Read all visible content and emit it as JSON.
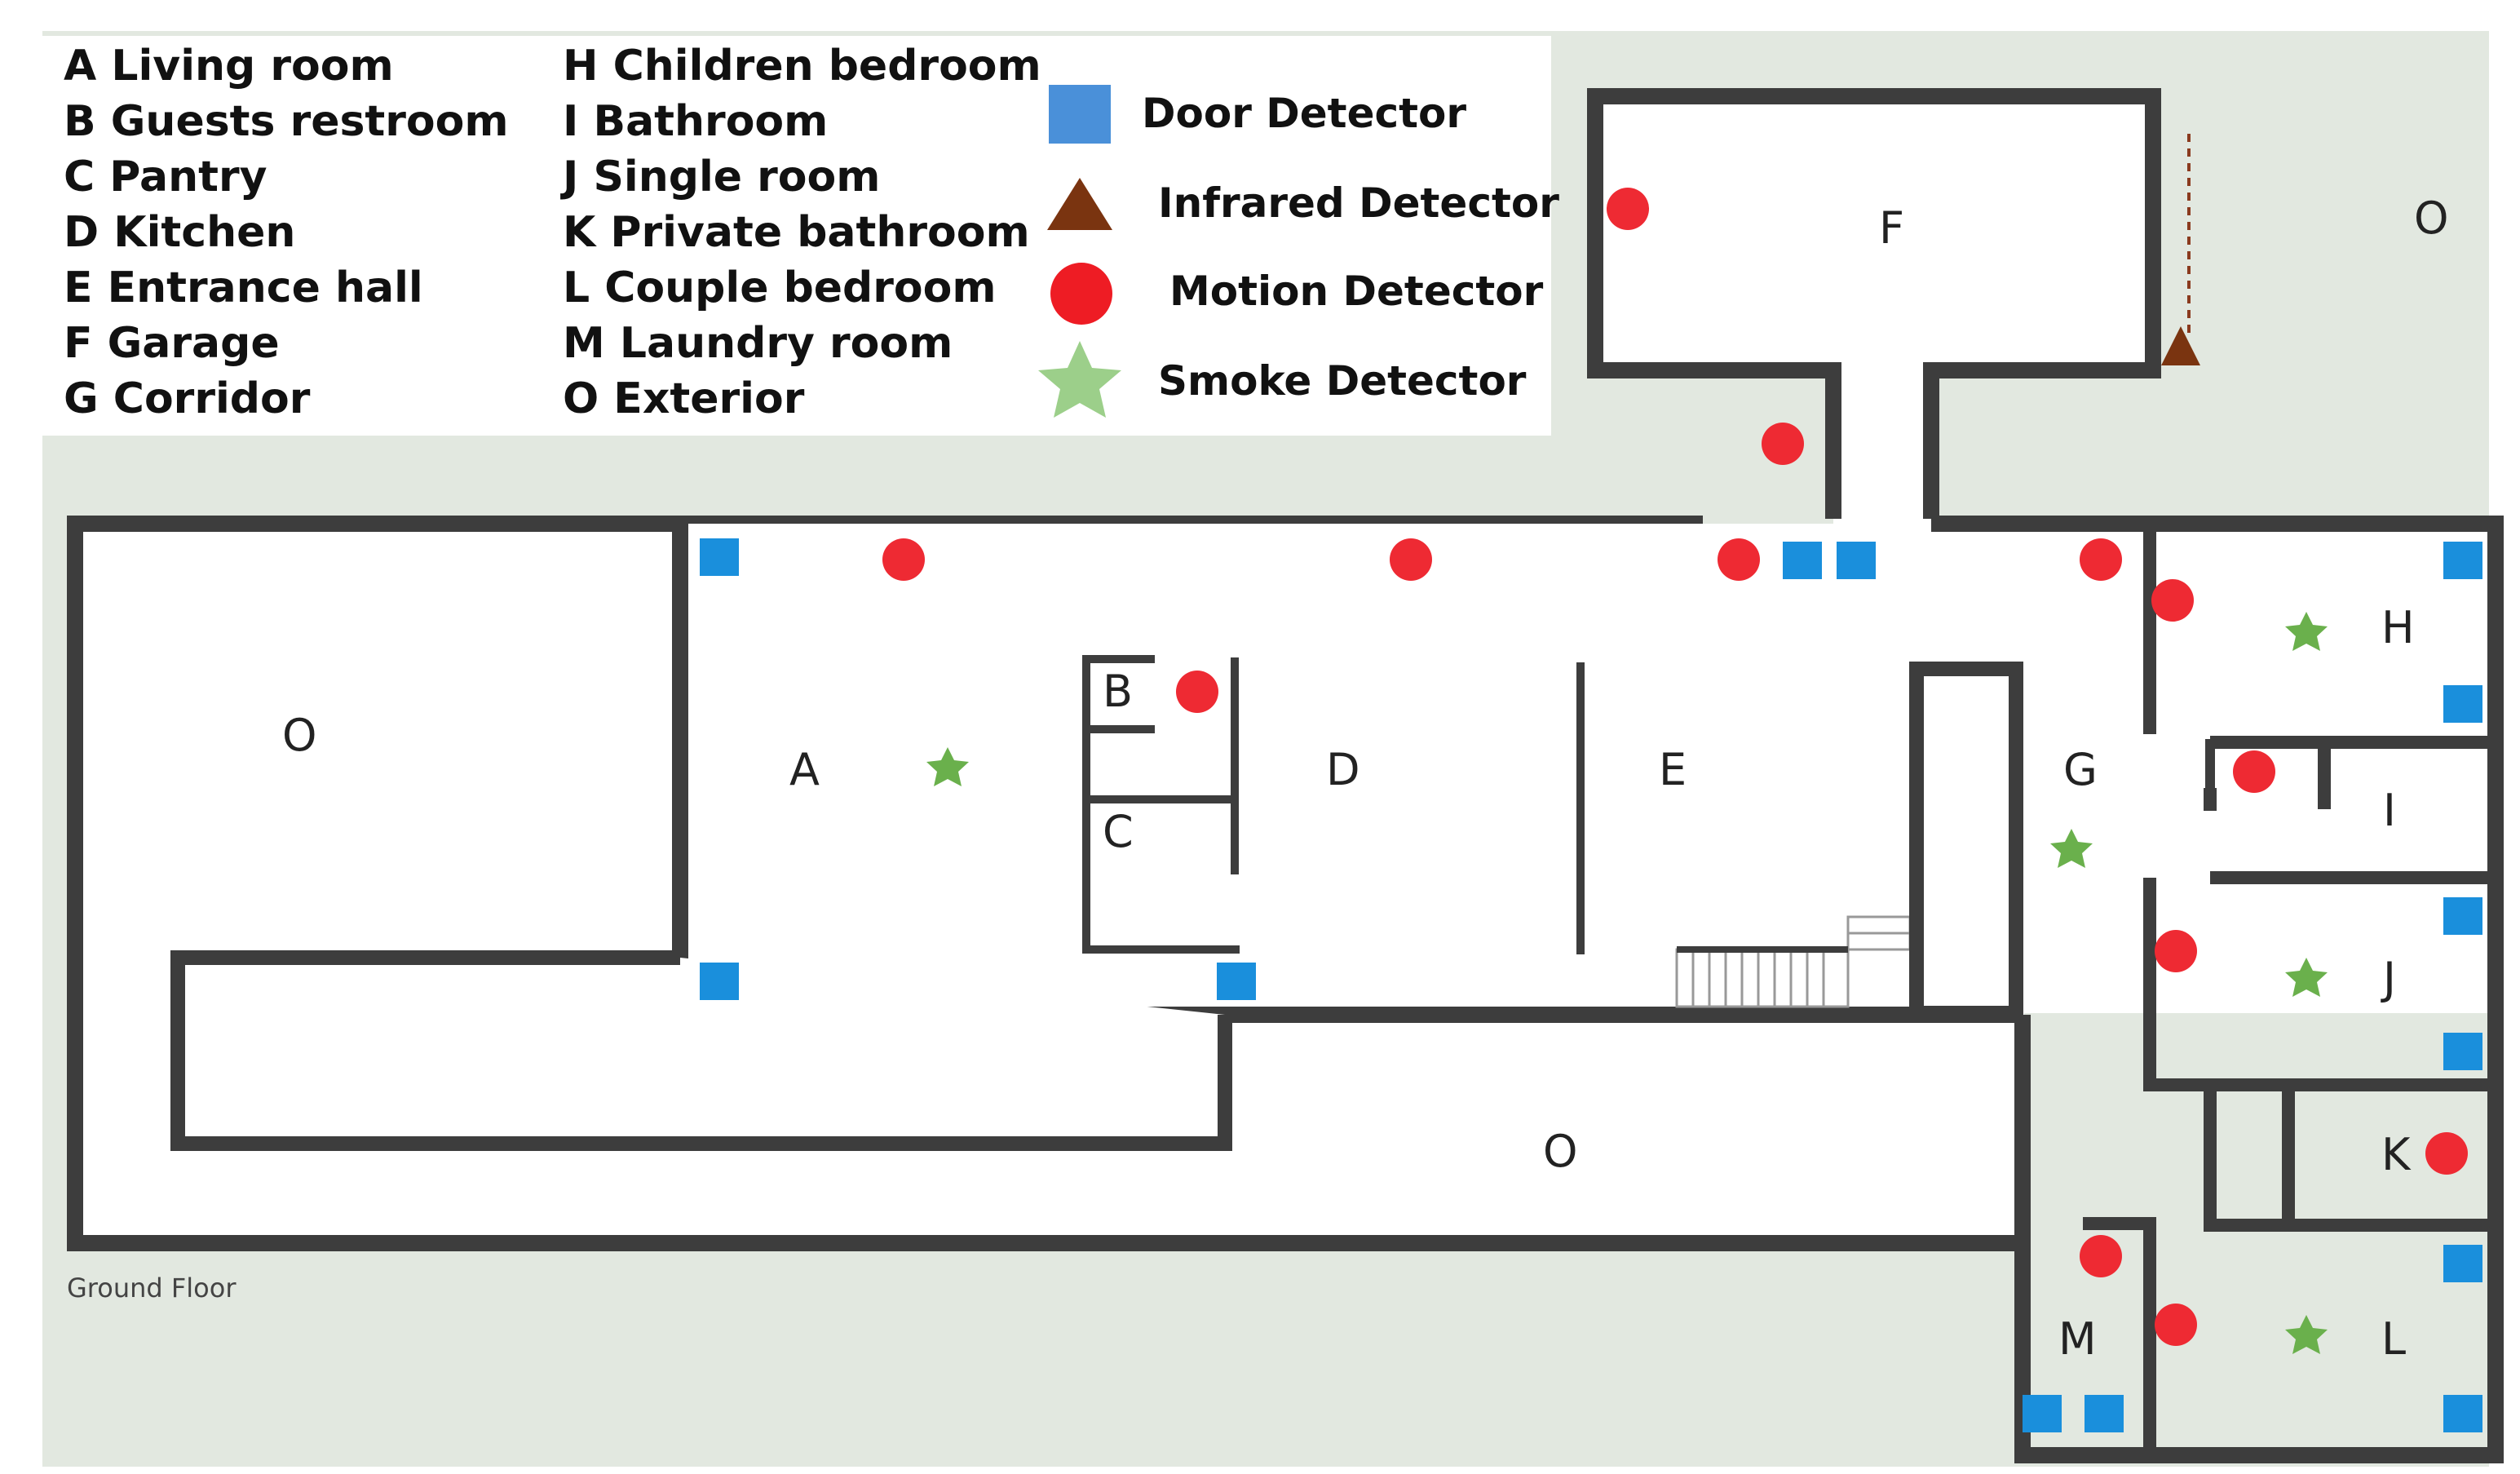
{
  "legend_rooms": [
    {
      "key": "A",
      "name": "Living room"
    },
    {
      "key": "B",
      "name": "Guests restroom"
    },
    {
      "key": "C",
      "name": "Pantry"
    },
    {
      "key": "D",
      "name": "Kitchen"
    },
    {
      "key": "E",
      "name": "Entrance hall"
    },
    {
      "key": "F",
      "name": "Garage"
    },
    {
      "key": "G",
      "name": "Corridor"
    },
    {
      "key": "H",
      "name": "Children bedroom"
    },
    {
      "key": "I",
      "name": "Bathroom"
    },
    {
      "key": "J",
      "name": "Single room"
    },
    {
      "key": "K",
      "name": "Private bathroom"
    },
    {
      "key": "L",
      "name": "Couple bedroom"
    },
    {
      "key": "M",
      "name": "Laundry room"
    },
    {
      "key": "O",
      "name": "Exterior"
    }
  ],
  "legend_detectors": [
    {
      "name": "Door Detector",
      "shape": "square",
      "color": "#1e90e0"
    },
    {
      "name": "Infrared Detector",
      "shape": "triangle",
      "color": "#7a3410"
    },
    {
      "name": "Motion Detector",
      "shape": "circle",
      "color": "#e8323a"
    },
    {
      "name": "Smoke Detector",
      "shape": "star",
      "color": "#7cb342"
    }
  ],
  "room_labels": {
    "A": "A",
    "B": "B",
    "C": "C",
    "D": "D",
    "E": "E",
    "F": "F",
    "G": "G",
    "H": "H",
    "I": "I",
    "J": "J",
    "K": "K",
    "L": "L",
    "M": "M",
    "O_left": "O",
    "O_bottom": "O",
    "O_top": "O"
  },
  "caption": "Ground Floor",
  "colors": {
    "wall": "#3d3d3d",
    "exterior": "#e2e8e0",
    "interior": "#ffffff"
  }
}
